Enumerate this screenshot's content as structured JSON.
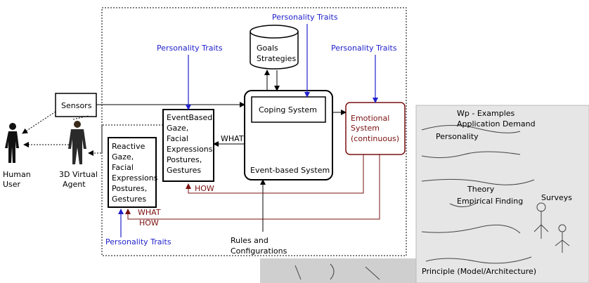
{
  "colors": {
    "trait": "#2222cc",
    "emotion": "#7a1010",
    "line": "#000000"
  },
  "human": {
    "line1": "Human",
    "line2": "User"
  },
  "agent": {
    "line1": "3D Virtual",
    "line2": "Agent"
  },
  "sensors": "Sensors",
  "reactive": [
    "Reactive",
    "Gaze,",
    "Facial",
    "Expressions",
    "Postures,",
    "Gestures"
  ],
  "eventbased": [
    "EventBased",
    "Gaze,",
    "Facial",
    "Expressions",
    "Postures,",
    "Gestures"
  ],
  "goals": [
    "Goals",
    "Strategies"
  ],
  "coping": "Coping System",
  "event_system": "Event-based System",
  "emotional": [
    "Emotional",
    "System",
    "(continuous)"
  ],
  "labels": {
    "what_1": "WHAT",
    "how_1": "HOW",
    "what_2": "WHAT",
    "how_2": "HOW"
  },
  "rules": [
    "Rules and",
    "Configurations"
  ],
  "traits": {
    "eventbased": "Personality Traits",
    "goals": "Personality Traits",
    "emotional": "Personality Traits",
    "reactive": "Personality Traits"
  },
  "whiteboard": {
    "title": "Wp - Examples",
    "notes": [
      "Application Demand",
      "Personality",
      "Theory",
      "Empirical Finding",
      "Surveys",
      "Principle (Model/Architecture)"
    ]
  }
}
